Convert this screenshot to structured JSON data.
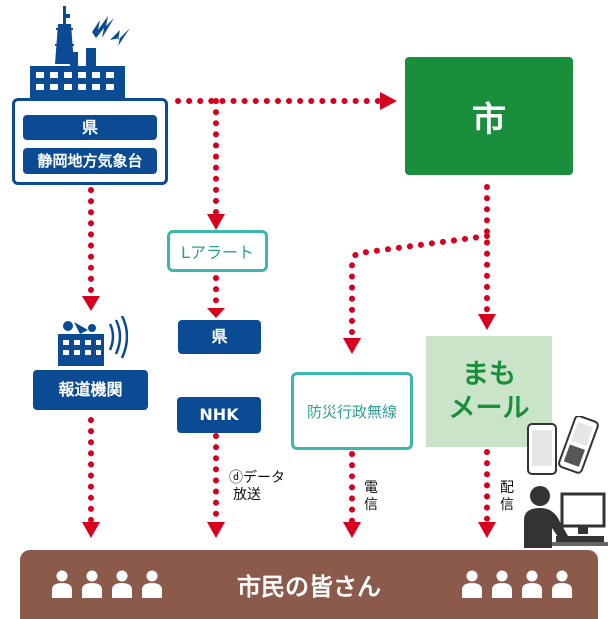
{
  "prefecture_box": {
    "line1": "県",
    "line2": "静岡地方気象台"
  },
  "city_box": {
    "label": "市"
  },
  "media_box": {
    "label": "報道機関"
  },
  "l_alert_box": {
    "label": "Lアラート"
  },
  "pref_small": {
    "label": "県"
  },
  "nhk_box": {
    "label": "NHK"
  },
  "data_broadcast": {
    "line1": "ⓓデータ",
    "line2": "放送"
  },
  "bousai_box": {
    "label": "防災行政無線"
  },
  "denshin": {
    "label": "電\n信"
  },
  "mamo_mail": {
    "line1": "まも",
    "line2": "メール"
  },
  "haishin": {
    "label": "配\n信"
  },
  "citizens_bar": {
    "label": "市民の皆さん"
  },
  "colors": {
    "blue": "#0a4b93",
    "green": "#1a8f3b",
    "teal": "#3bb7ad",
    "light_green": "#c9e4c8",
    "red_dots": "#d7001f",
    "brown": "#8b5a4b"
  },
  "icons": {
    "tower": "broadcast-tower-icon",
    "media": "media-building-icon",
    "phones": "mobile-phones-icon",
    "person_pc": "person-at-computer-icon",
    "people": "people-icon"
  }
}
